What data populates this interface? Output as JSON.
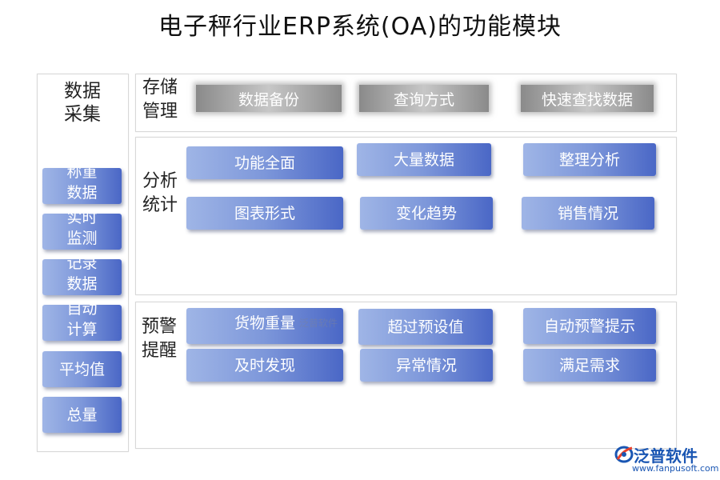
{
  "title": "电子秤行业ERP系统(OA)的功能模块",
  "left_column": {
    "heading": "数据\n采集",
    "items": [
      "称重\n数据",
      "实时\n监测",
      "记录\n数据",
      "自动\n计算",
      "平均值",
      "总量"
    ]
  },
  "storage": {
    "label": "存储\n管理",
    "items": [
      "数据备份",
      "查询方式",
      "快速查找数据"
    ]
  },
  "analysis": {
    "label": "分析\n统计",
    "items": [
      "功能全面",
      "大量数据",
      "整理分析",
      "图表形式",
      "变化趋势",
      "销售情况"
    ]
  },
  "warning": {
    "label": "预警\n提醒",
    "items": [
      "货物重量",
      "超过预设值",
      "自动预警提示",
      "及时发现",
      "异常情况",
      "满足需求"
    ]
  },
  "watermark": "泛普软件",
  "logo": {
    "name": "泛普软件",
    "url": "www.fanpusoft.com"
  },
  "colors": {
    "blue_gradient": [
      "#9fb5e6",
      "#4a67c6"
    ],
    "gray_gradient": [
      "#8a8a8a",
      "#c7c7c7"
    ],
    "panel_border": "#d8d8d8"
  }
}
